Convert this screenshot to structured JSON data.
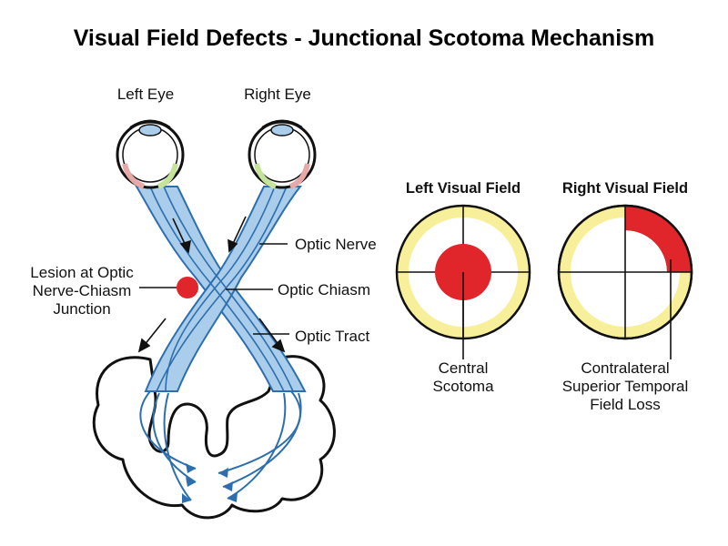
{
  "title": "Visual Field Defects - Junctional Scotoma Mechanism",
  "labels": {
    "left_eye": "Left Eye",
    "right_eye": "Right Eye",
    "optic_nerve": "Optic Nerve",
    "optic_chiasm": "Optic Chiasm",
    "optic_tract": "Optic Tract",
    "lesion_line1": "Lesion at Optic",
    "lesion_line2": "Nerve-Chiasm",
    "lesion_line3": "Junction"
  },
  "fields": {
    "left_title": "Left Visual Field",
    "right_title": "Right Visual Field",
    "left_caption_1": "Central",
    "left_caption_2": "Scotoma",
    "right_caption_1": "Contralateral",
    "right_caption_2": "Superior Temporal",
    "right_caption_3": "Field Loss"
  },
  "colors": {
    "pathway": "#a9cdea",
    "pathway_line": "#2d6fae",
    "lesion": "#e0252b",
    "field_ring": "#f8ef9a",
    "outline": "#111111"
  }
}
